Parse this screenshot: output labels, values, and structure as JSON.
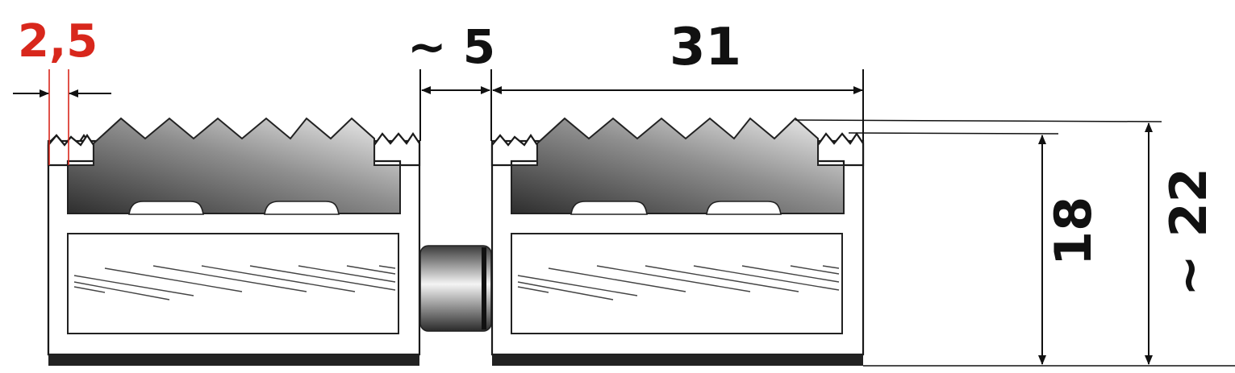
{
  "dimensions": {
    "groove_width": "2,5",
    "gap": "~ 5",
    "profile_width": "31",
    "insert_height": "18",
    "total_height": "~ 22"
  },
  "colors": {
    "accent_red": "#d8271c",
    "line": "#111111",
    "insert_dark": "#3a3a3a",
    "insert_light": "#e6e6e6",
    "base_strip": "#222222"
  }
}
